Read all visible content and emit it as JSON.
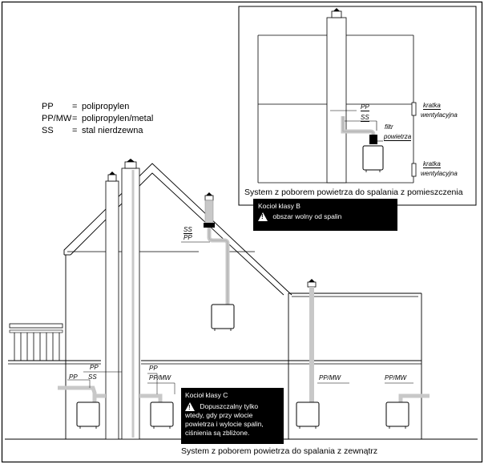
{
  "legend": [
    {
      "abbr": "PP",
      "eq": "=",
      "desc": "polipropylen"
    },
    {
      "abbr": "PP/MW",
      "eq": "=",
      "desc": "polipropylen/metal"
    },
    {
      "abbr": "SS",
      "eq": "=",
      "desc": "stal nierdzewna"
    }
  ],
  "inset": {
    "caption": "System z poborem powietrza do spalania z pomieszczenia",
    "labels": {
      "pp": "PP",
      "ss": "SS",
      "filtr": "filtr",
      "powietrza": "powietrza",
      "kratka_top": "kratka",
      "went_top": "wentylacyjna",
      "kratka_bottom": "kratka",
      "went_bottom": "wentylacyjna"
    },
    "warning": {
      "title": "Kocioł klasy B",
      "text": "obszar wolny od spalin"
    }
  },
  "main": {
    "caption": "System z poborem powietrza do spalania z zewnątrz",
    "labels": {
      "roof_ss": "SS",
      "roof_pp": "PP",
      "pp_a": "PP",
      "pp_b": "PP",
      "ss_a": "SS",
      "pp_c": "PP",
      "ppmw_a": "PP/MW",
      "ppmw_b": "PP/MW",
      "ppmw_c": "PP/MW"
    },
    "warning": {
      "title": "Kocioł klasy C",
      "line1": "Dopuszczalny tylko",
      "line2": "wtedy, gdy przy wlocie",
      "line3": "powietrza i wylocie spalin,",
      "line4": "ciśnienia są zbliżone."
    }
  }
}
